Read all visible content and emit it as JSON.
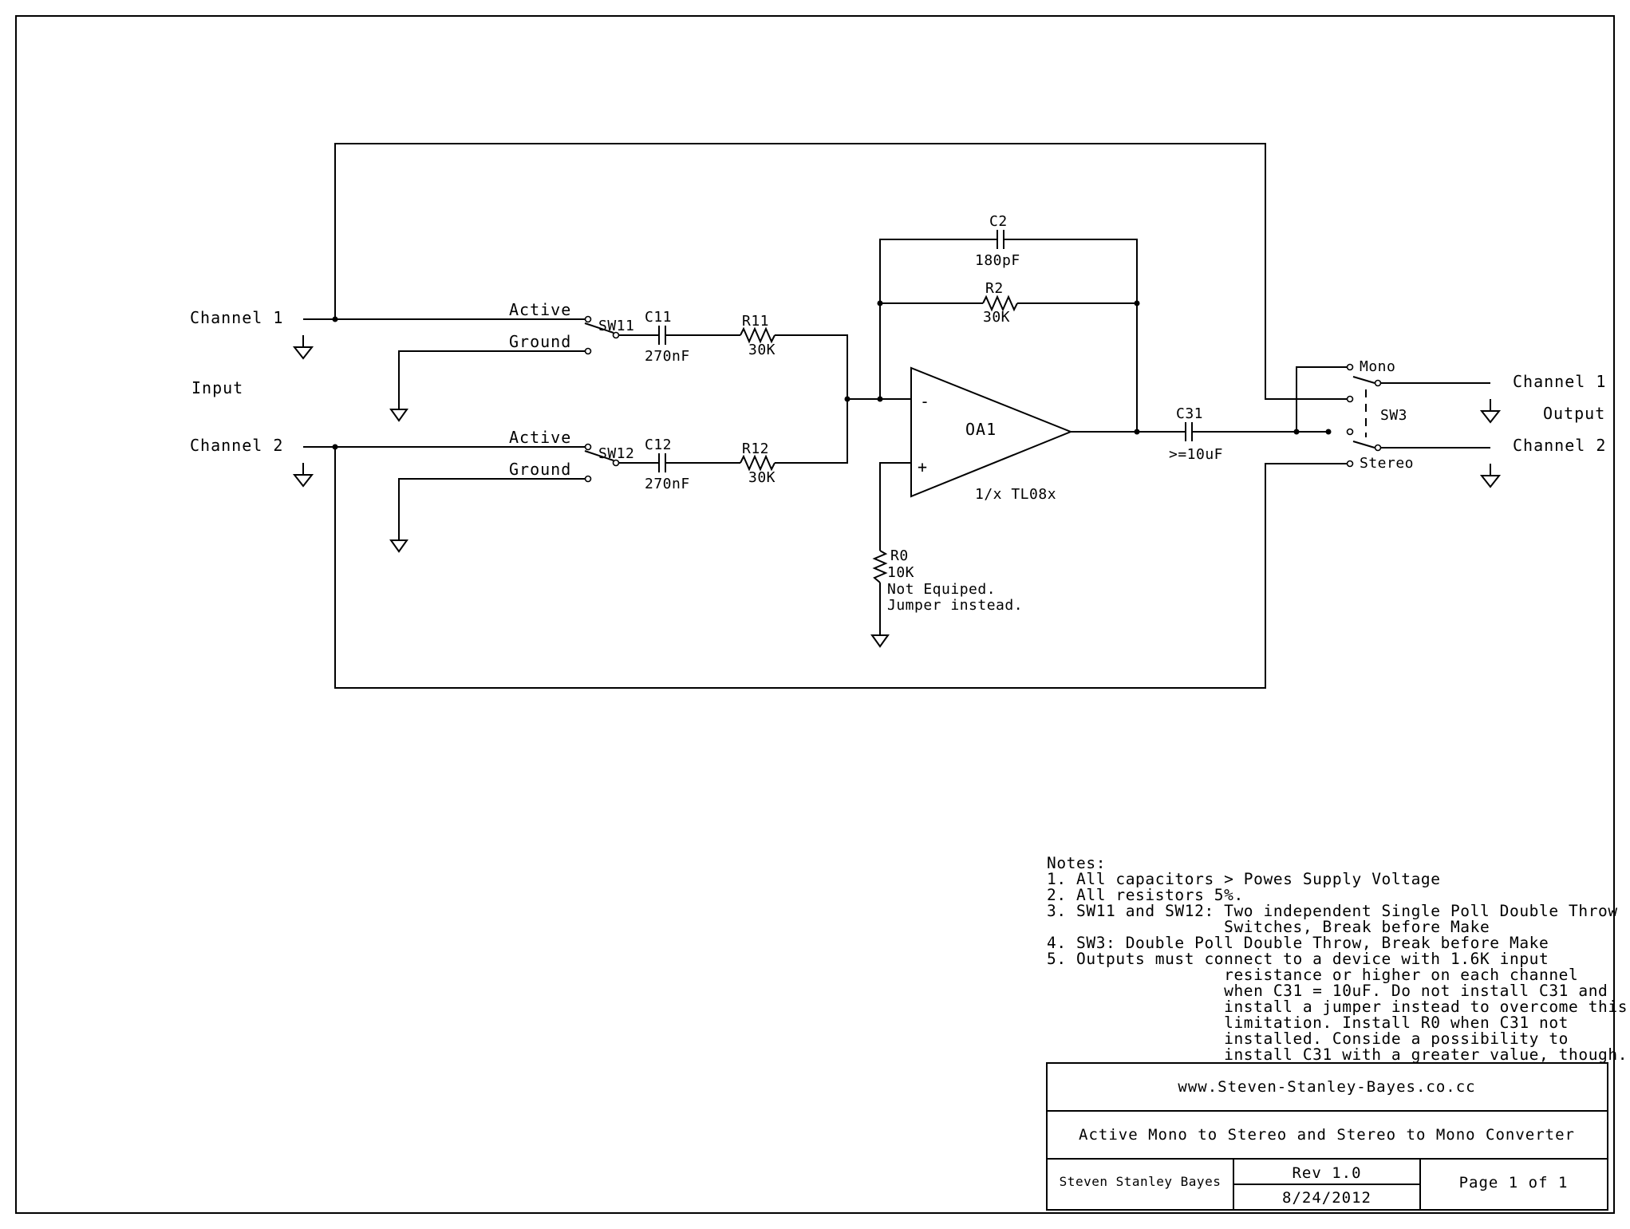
{
  "input": {
    "title": "Input",
    "ch1": "Channel 1",
    "ch2": "Channel 2",
    "active": "Active",
    "ground": "Ground"
  },
  "output": {
    "title": "Output",
    "ch1": "Channel 1",
    "ch2": "Channel 2",
    "mono": "Mono",
    "stereo": "Stereo"
  },
  "components": {
    "sw11": "SW11",
    "sw12": "SW12",
    "sw3": "SW3",
    "c11": "C11",
    "c11_val": "270nF",
    "c12": "C12",
    "c12_val": "270nF",
    "r11": "R11",
    "r11_val": "30K",
    "r12": "R12",
    "r12_val": "30K",
    "c2": "C2",
    "c2_val": "180pF",
    "r2": "R2",
    "r2_val": "30K",
    "c31": "C31",
    "c31_val": ">=10uF",
    "oa1": "OA1",
    "oa1_part": "1/x TL08x",
    "minus": "-",
    "plus": "+",
    "r0": "R0",
    "r0_val": "10K",
    "r0_note1": "Not Equiped.",
    "r0_note2": "Jumper instead."
  },
  "notes": {
    "lines": [
      "Notes:",
      "1. All capacitors > Powes Supply Voltage",
      "2. All resistors 5%.",
      "3. SW11 and SW12: Two independent Single Poll Double Throw",
      "                  Switches, Break before Make",
      "4. SW3: Double Poll Double Throw, Break before Make",
      "5. Outputs must connect to a device with 1.6K input",
      "                  resistance or higher on each channel",
      "                  when C31 = 10uF. Do not install C31 and",
      "                  install a jumper instead to overcome this",
      "                  limitation. Install R0 when C31 not",
      "                  installed. Conside a possibility to",
      "                  install C31 with a greater value, though."
    ]
  },
  "title_block": {
    "url": "www.Steven-Stanley-Bayes.co.cc",
    "title": "Active Mono to Stereo and Stereo to Mono Converter",
    "author": "Steven Stanley Bayes",
    "rev": "Rev 1.0",
    "date": "8/24/2012",
    "page": "Page 1 of 1"
  }
}
